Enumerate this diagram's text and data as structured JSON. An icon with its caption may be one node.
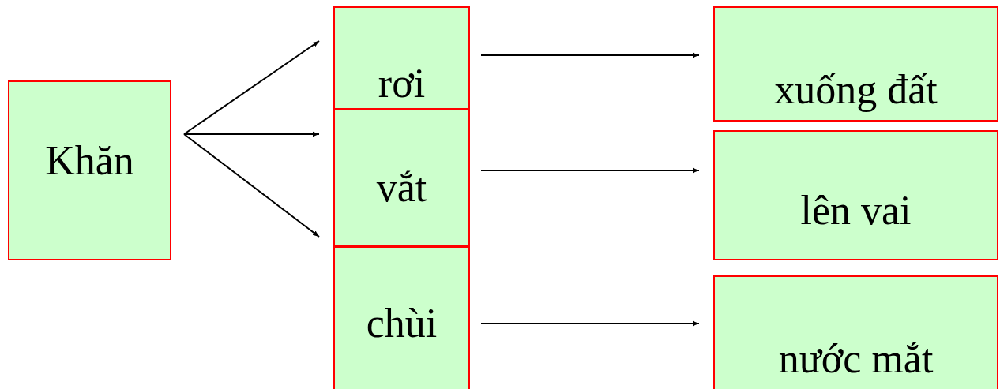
{
  "diagram": {
    "nodes": [
      {
        "text": [
          "Khăn"
        ]
      },
      {
        "text": [
          "rơi"
        ]
      },
      {
        "text": [
          "vắt"
        ]
      },
      {
        "text": [
          "chùi"
        ]
      },
      {
        "text": [
          "xuống đất"
        ]
      },
      {
        "text": [
          "lên vai"
        ]
      },
      {
        "text": [
          "nước mắt"
        ]
      }
    ],
    "edges": [
      {
        "from": 0,
        "to": 1,
        "arrow": "to"
      },
      {
        "from": 0,
        "to": 2,
        "arrow": "to"
      },
      {
        "from": 0,
        "to": 3,
        "arrow": "to"
      },
      {
        "from": 1,
        "to": 4,
        "arrow": "to"
      },
      {
        "from": 2,
        "to": 5,
        "arrow": "to"
      },
      {
        "from": 3,
        "to": 6,
        "arrow": "to"
      }
    ]
  }
}
